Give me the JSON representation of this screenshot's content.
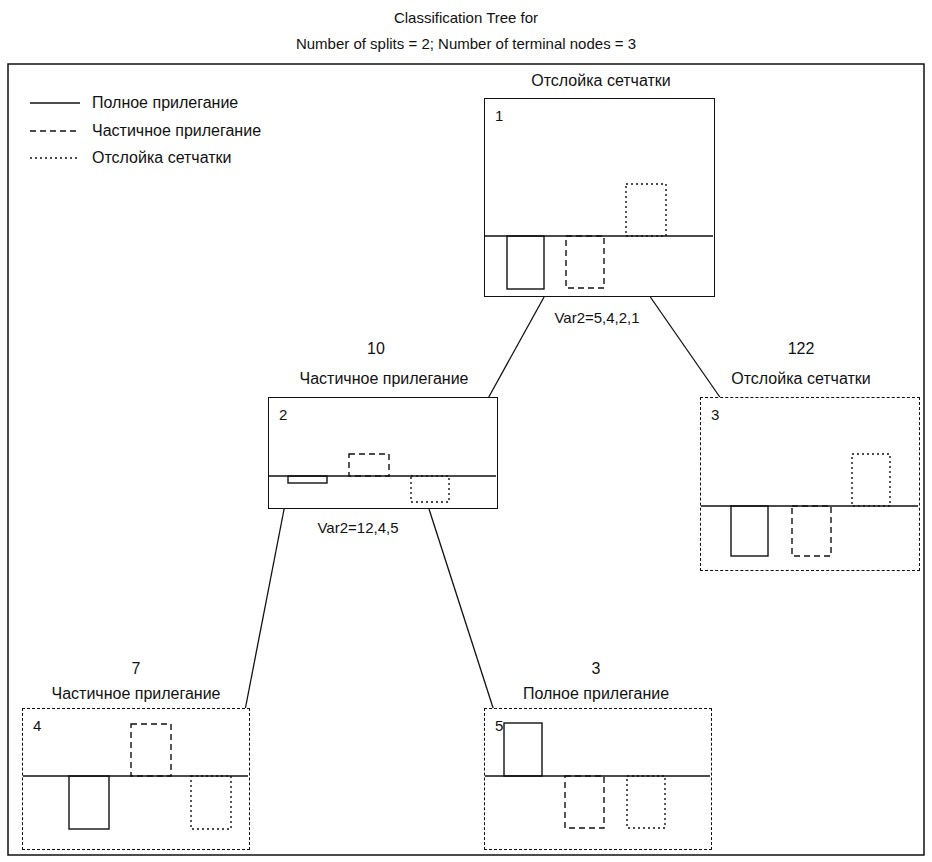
{
  "diagram": {
    "title": "Classification Tree for",
    "nodes": [
      {
        "text": [
          "Отслойка сетчатки",
          "1"
        ]
      },
      {
        "text": [
          "10",
          "Частичное прилегание",
          "2"
        ]
      },
      {
        "text": [
          "122",
          "Отслойка сетчатки",
          "3"
        ]
      },
      {
        "text": [
          "7",
          "Частичное прилегание",
          "4"
        ]
      },
      {
        "text": [
          "3",
          "Полное прилегание",
          "5"
        ]
      }
    ],
    "edges": [
      {
        "from": 0,
        "to": 1,
        "arrow": "none",
        "label": "Var2=5,4,2,1"
      },
      {
        "from": 0,
        "to": 2,
        "arrow": "none"
      },
      {
        "from": 1,
        "to": 3,
        "arrow": "none",
        "label": "Var2=12,4,5"
      },
      {
        "from": 1,
        "to": 4,
        "arrow": "none"
      }
    ],
    "labels": [
      "Number of splits = 2; Number of terminal nodes = 3"
    ],
    "legend": [
      {
        "text": "Полное прилегание"
      },
      {
        "text": "Частичное прилегание"
      },
      {
        "text": "Отслойка сетчатки"
      }
    ]
  }
}
